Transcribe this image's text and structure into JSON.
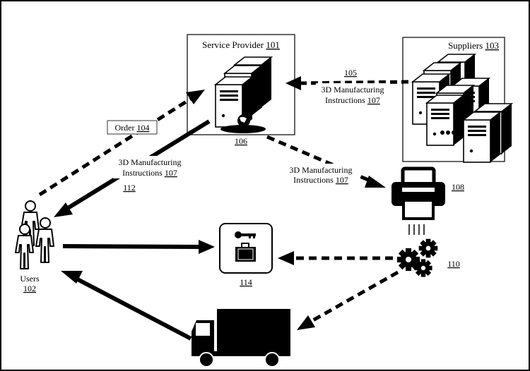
{
  "diagram": {
    "service_provider": {
      "title": "Service Provider ",
      "ref": "101",
      "server_ref": "106"
    },
    "suppliers": {
      "title": "Suppliers ",
      "ref": "103"
    },
    "order": {
      "label": "Order ",
      "ref": "104"
    },
    "arrow_105": {
      "ref": "105"
    },
    "instructions_from_suppliers": {
      "line1": "3D Manufacturing",
      "line2": "Instructions ",
      "ref": "107"
    },
    "instructions_to_users": {
      "line1": "3D Manufacturing",
      "line2": "Instructions ",
      "ref": "107"
    },
    "instructions_to_printer": {
      "line1": "3D Manufacturing",
      "line2": "Instructions ",
      "ref": "107"
    },
    "arrow_112": {
      "ref": "112"
    },
    "printer": {
      "ref": "108",
      "icon": "printer-icon"
    },
    "gears": {
      "ref": "110",
      "icon": "gears-icon"
    },
    "product": {
      "ref": "114",
      "icons": [
        "key-icon",
        "suitcase-icon"
      ]
    },
    "users": {
      "label": "Users",
      "ref": "102",
      "icon": "users-icon"
    },
    "truck": {
      "icon": "truck-icon"
    },
    "colors": {
      "ink": "#000000",
      "paper": "#ffffff"
    }
  }
}
